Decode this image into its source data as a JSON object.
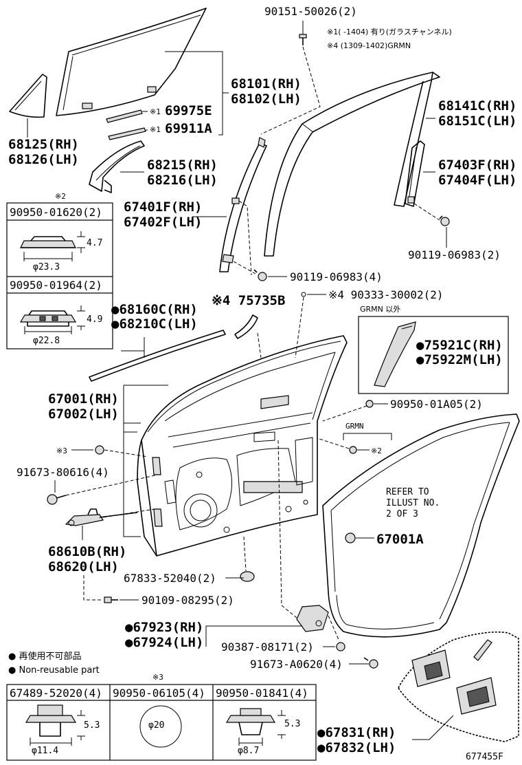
{
  "labels": {
    "bolt_top": "90151-50026(2)",
    "note1": "※1(     -1404) 有り(ガラスチャンネル)",
    "note4": "※4 (1309-1402)GRMN",
    "glass_rh": "68101(RH)",
    "glass_lh": "68102(LH)",
    "mark1a": "※1",
    "pn_69975e": "69975E",
    "mark1b": "※1",
    "pn_69911a": "69911A",
    "qglass_rh": "68125(RH)",
    "qglass_lh": "68126(LH)",
    "chan_rh": "68215(RH)",
    "chan_lh": "68216(LH)",
    "run_rh": "68141C(RH)",
    "run_lh": "68151C(LH)",
    "sash_rh": "67403F(RH)",
    "sash_lh": "67404F(LH)",
    "mark2_top": "※2",
    "box1_pn": "90950-01620(2)",
    "box1_h": "4.7",
    "box1_d": "φ23.3",
    "box2_pn": "90950-01964(2)",
    "box2_h": "4.9",
    "box2_d": "φ22.8",
    "frame_rh": "67401F(RH)",
    "frame_lh": "67402F(LH)",
    "bolt_right": "90119-06983(2)",
    "bolt_mid": "90119-06983(4)",
    "belt_rh": "●68160C(RH)",
    "belt_lh": "●68210C(LH)",
    "pn_75735b": "※4 75735B",
    "clip_90333": "※4 90333-30002(2)",
    "grmn_ex": "GRMN 以外",
    "garn_rh": "●75921C(RH)",
    "garn_lh": "●75922M(LH)",
    "door_rh": "67001(RH)",
    "door_lh": "67002(LH)",
    "plug_01a05": "90950-01A05(2)",
    "grmn": "GRMN",
    "mark3_left": "※3",
    "mark2_right": "※2",
    "screw_80616": "91673-80616(4)",
    "refer": [
      "REFER TO",
      "ILLUST NO.",
      "2 OF 3"
    ],
    "weather": "67001A",
    "check_rh": "68610B(RH)",
    "check_lh": "68620(LH)",
    "plug_52040": "67833-52040(2)",
    "bolt_08295": "90109-08295(2)",
    "cover_rh": "●67923(RH)",
    "cover_lh": "●67924(LH)",
    "clip_08171": "90387-08171(2)",
    "screw_a0620": "91673-A0620(4)",
    "legend_jp": "● 再使用不可部品",
    "legend_en": "● Non-reusable part",
    "mark3_bottom": "※3",
    "box3_pn": "67489-52020(4)",
    "box3_h": "5.3",
    "box3_d": "φ11.4",
    "box4_pn": "90950-06105(4)",
    "box4_d": "φ20",
    "box5_pn": "90950-01841(4)",
    "box5_h": "5.3",
    "box5_d": "φ8.7",
    "trim_rh": "●67831(RH)",
    "trim_lh": "●67832(LH)",
    "fig_no": "677455F"
  }
}
